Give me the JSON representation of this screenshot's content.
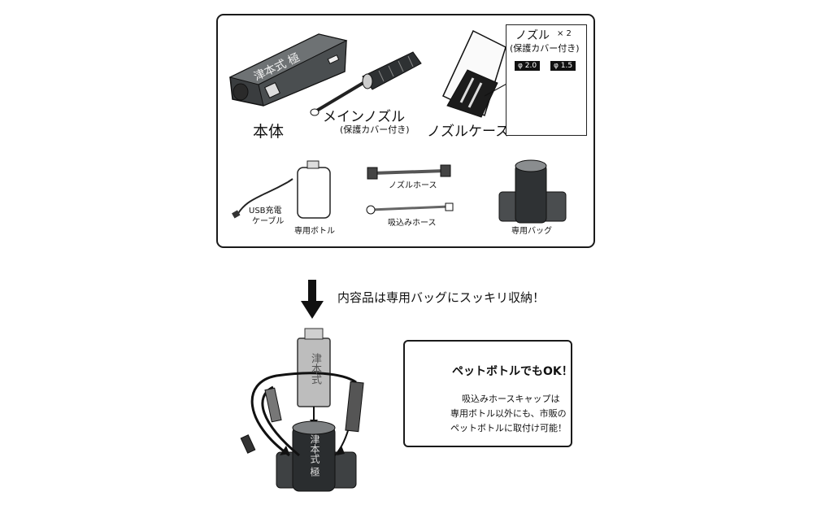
{
  "top_panel": {
    "main_body_label": "本体",
    "main_nozzle_label": "メインノズル",
    "main_nozzle_sub": "(保護カバー付き)",
    "nozzle_case_label": "ノズルケース",
    "callout": {
      "title": "ノズル",
      "count": "× 2",
      "sub": "(保護カバー付き)",
      "size_a": "φ 2.0",
      "size_b": "φ 1.5"
    },
    "usb_cable_label_1": "USB充電",
    "usb_cable_label_2": "ケーブル",
    "bottle_label": "専用ボトル",
    "nozzle_hose_label": "ノズルホース",
    "suction_hose_label": "吸込みホース",
    "bag_label": "専用バッグ",
    "device_lettering": "津本式 極"
  },
  "caption": "内容品は専用バッグにスッキリ収納！",
  "info_box": {
    "title": "ペットボトルでもOK！",
    "line1": "吸込みホースキャップは",
    "line2": "専用ボトル以外にも、市販の",
    "line3": "ペットボトルに取付け可能！"
  },
  "bottom_bottle_lettering": "津本式",
  "bottom_bag_lettering": "津本式 極"
}
